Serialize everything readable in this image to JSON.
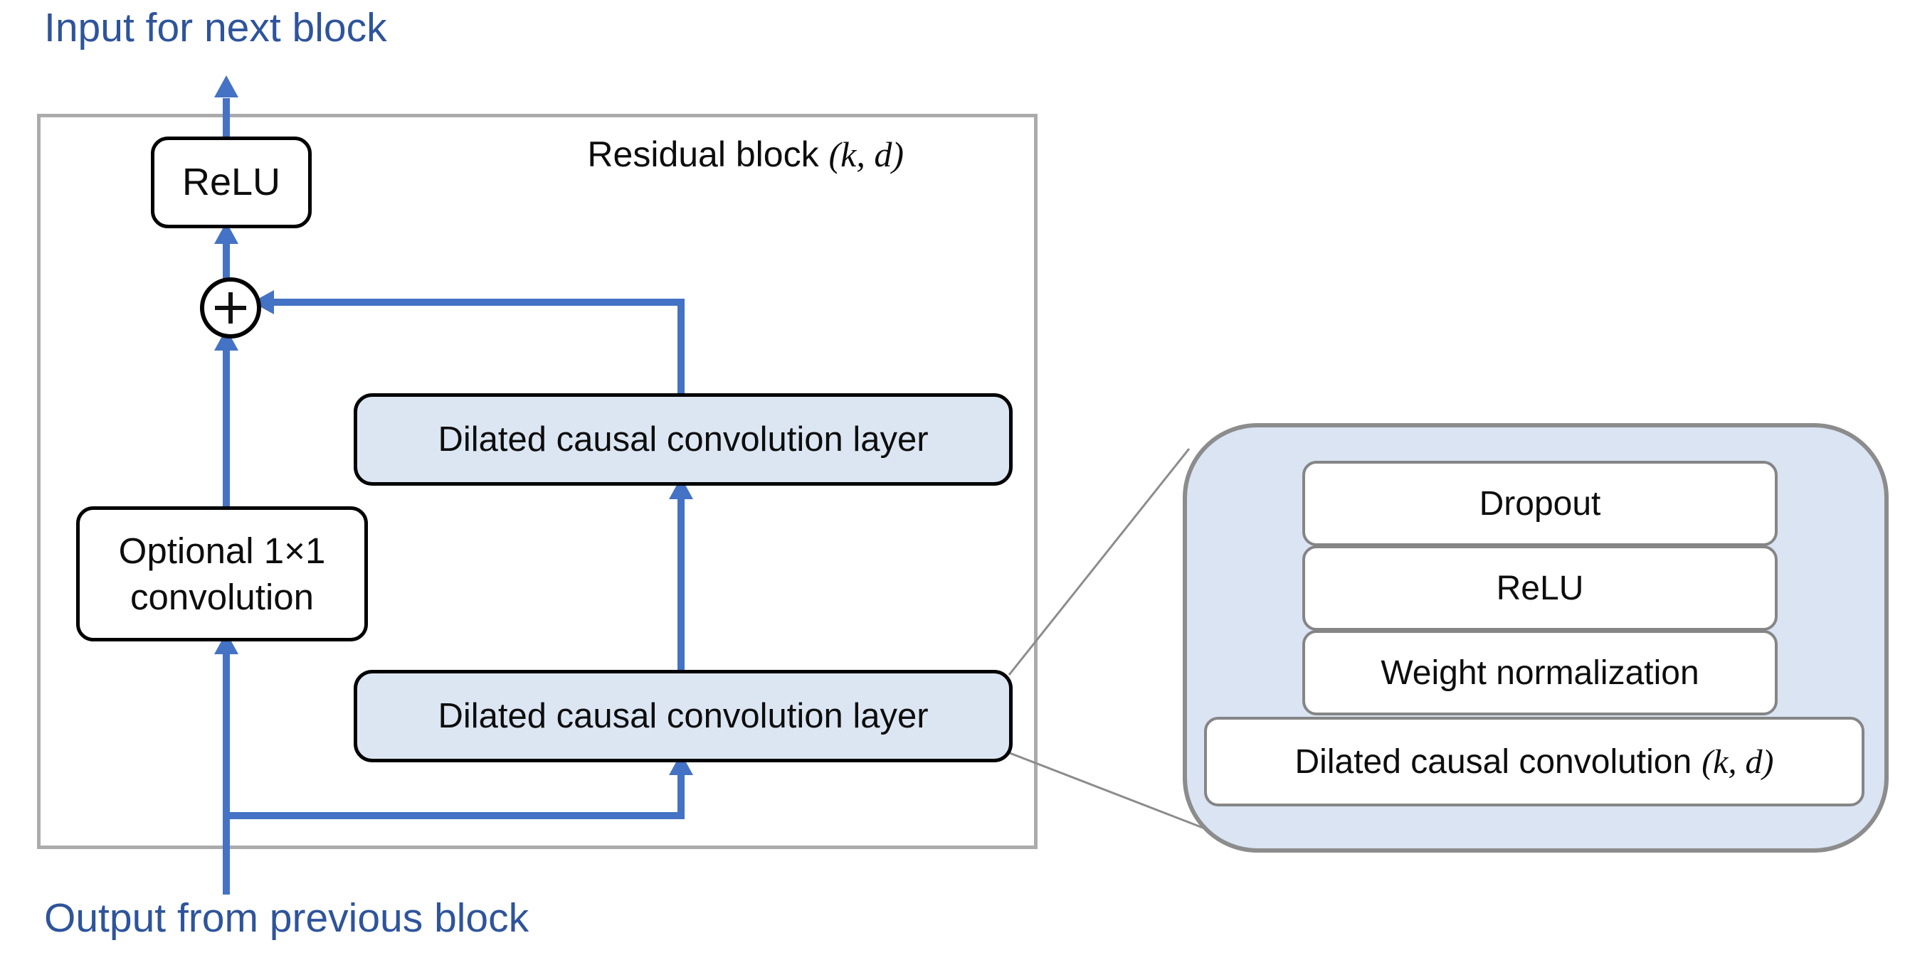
{
  "colors": {
    "arrow_blue": "#4472c4",
    "caption_blue": "#2e549b",
    "node_fill_blue": "#dce6f3",
    "panel_fill": "#dae4f3",
    "outer_border_gray": "#ababab",
    "panel_border_gray": "#8c8c8c",
    "inner_box_border": "#858585"
  },
  "captions": {
    "top": "Input for next block",
    "bottom": "Output from previous block"
  },
  "residual_block": {
    "label": "Residual block",
    "params": "(k, d)"
  },
  "main": {
    "relu": "ReLU",
    "optional_line1": "Optional 1×1",
    "optional_line2": "convolution",
    "dilated_layer": "Dilated causal convolution layer"
  },
  "detail": {
    "rows": [
      "Dropout",
      "ReLU",
      "Weight normalization"
    ],
    "bottom_label": "Dilated causal convolution",
    "bottom_params": "(k, d)"
  }
}
